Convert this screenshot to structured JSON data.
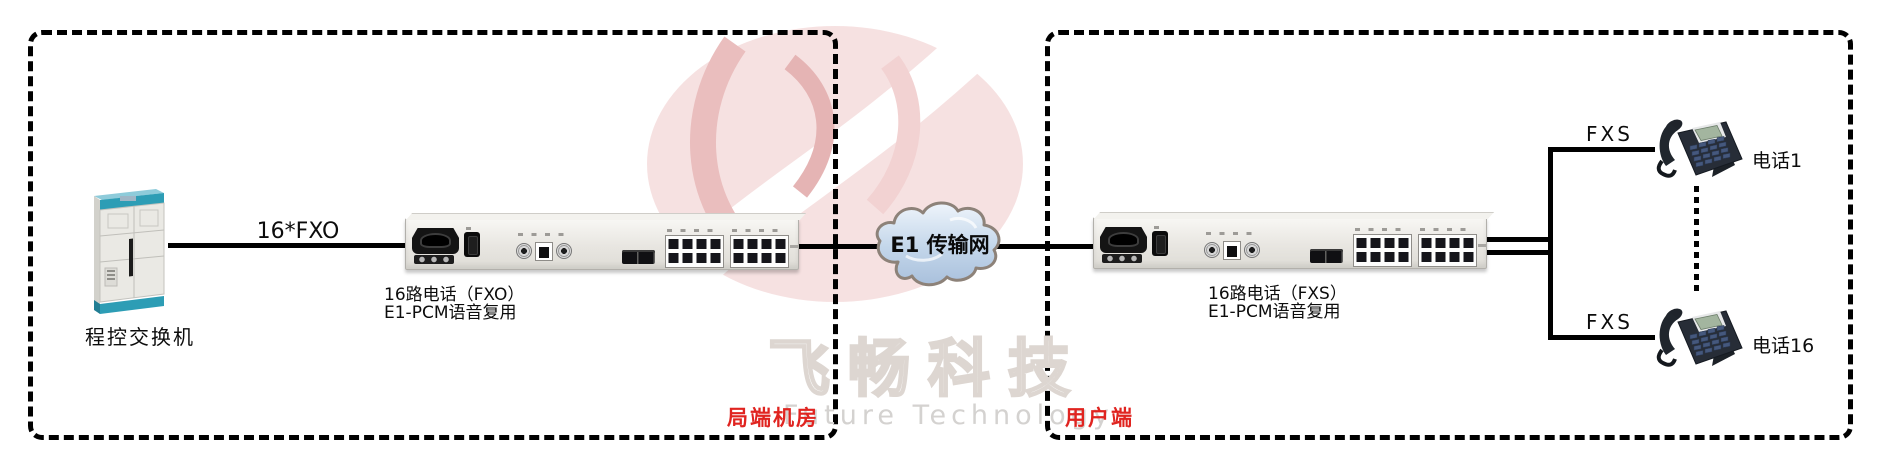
{
  "left_zone": {
    "zone_label": "局端机房",
    "pbx_label": "程控交换机",
    "link_label": "16*FXO",
    "device": {
      "line1": "16路电话（FXO）",
      "line2": "E1-PCM语音复用"
    }
  },
  "cloud": {
    "label": "E1 传输网"
  },
  "right_zone": {
    "zone_label": "用户端",
    "device": {
      "line1": "16路电话（FXS）",
      "line2": "E1-PCM语音复用"
    },
    "links": {
      "top": "FXS",
      "bottom": "FXS"
    },
    "phones": {
      "top": "电话1",
      "bottom": "电话16"
    }
  },
  "watermark": {
    "cn": "飞畅科技",
    "en": "Future Technology"
  },
  "colors": {
    "zone_label_red": "#e02420",
    "line_black": "#000000",
    "cloud_fill": "#bfd3e8"
  }
}
